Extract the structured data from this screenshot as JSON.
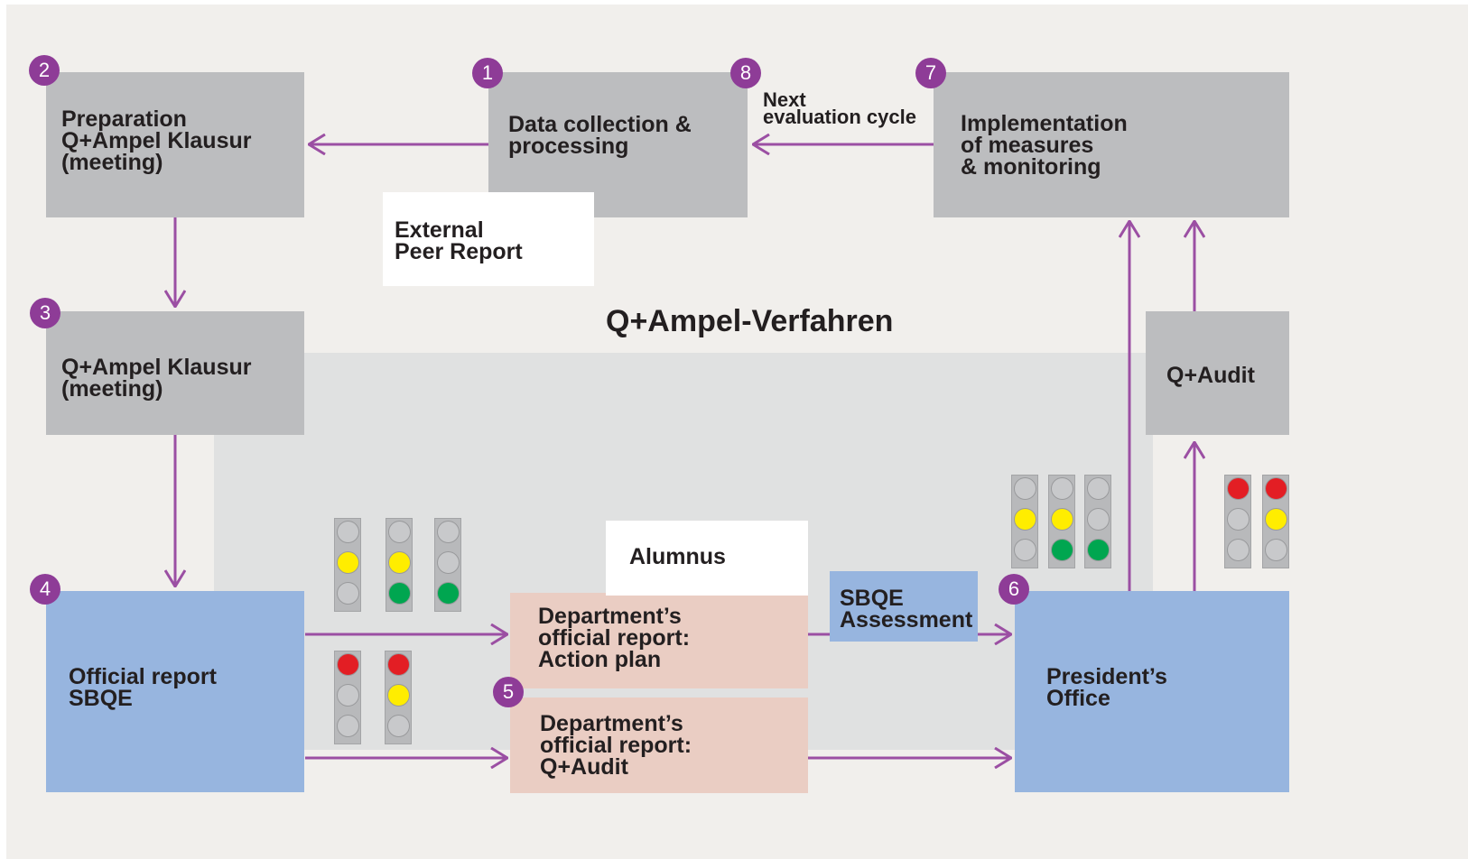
{
  "diagram": {
    "title": "Q+Ampel-Verfahren",
    "nodes": {
      "preparation": "Preparation\nQ+Ampel Klausur\n(meeting)",
      "data_collection": "Data collection &\nprocessing",
      "implementation": "Implementation\nof measures\n& monitoring",
      "external_peer": "External\nPeer Report",
      "klausur": "Q+Ampel Klausur\n(meeting)",
      "q_audit": "Q+Audit",
      "official_report": "Official report\nSBQE",
      "alumnus": "Alumnus",
      "dept_action": "Department’s\nofficial report:\nAction plan",
      "dept_audit": "Department’s\nofficial report:\nQ+Audit",
      "sbqe_assessment": "SBQE\nAssessment",
      "presidents_office": "President’s\nOffice"
    },
    "edge_label_next": "Next\nevaluation cycle",
    "badges": [
      "1",
      "2",
      "3",
      "4",
      "5",
      "6",
      "7",
      "8"
    ],
    "colors": {
      "grey_box": "#bcbdbf",
      "blue_box": "#97b5df",
      "pink_box": "#eacdc3",
      "arrow": "#9b4fa3",
      "badge": "#8e3c97",
      "red": "#e31e24",
      "yellow": "#ffed00",
      "green": "#00a650",
      "off": "#c8c9cb"
    },
    "traffic_lights": {
      "upper_group": [
        [
          "off",
          "yellow",
          "off"
        ],
        [
          "off",
          "yellow",
          "green"
        ],
        [
          "off",
          "off",
          "green"
        ]
      ],
      "lower_group": [
        [
          "red",
          "off",
          "off"
        ],
        [
          "red",
          "yellow",
          "off"
        ]
      ],
      "president_group": [
        [
          "off",
          "yellow",
          "off"
        ],
        [
          "off",
          "yellow",
          "green"
        ],
        [
          "off",
          "off",
          "green"
        ]
      ],
      "audit_group": [
        [
          "red",
          "off",
          "off"
        ],
        [
          "red",
          "yellow",
          "off"
        ]
      ]
    }
  }
}
